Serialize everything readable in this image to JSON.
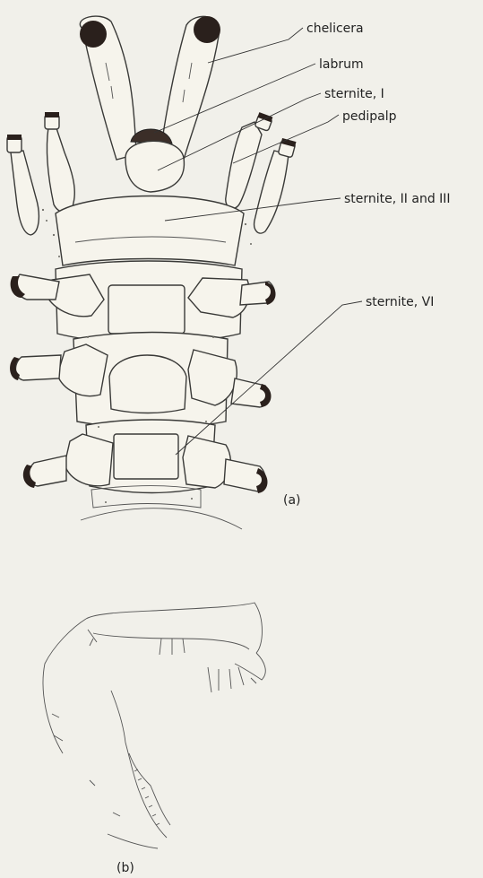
{
  "figure_a": {
    "caption": "(a)",
    "labels": {
      "chelicera": "chelicera",
      "labrum": "labrum",
      "sternite_1": "sternite, I",
      "pedipalp": "pedipalp",
      "sternite_2_3": "sternite, II and III",
      "sternite_6": "sternite, VI"
    }
  },
  "figure_b": {
    "caption": "(b)"
  }
}
